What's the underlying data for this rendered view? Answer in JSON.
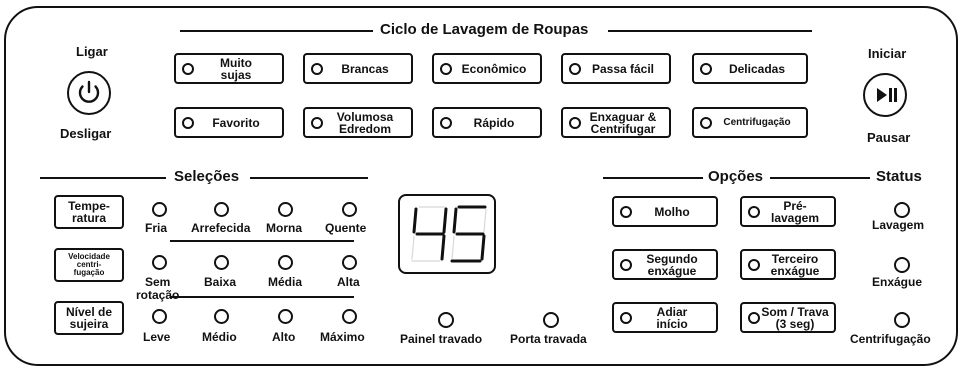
{
  "power": {
    "top_label": "Ligar",
    "bottom_label": "Desligar",
    "icon": "power-icon"
  },
  "start": {
    "top_label": "Iniciar",
    "bottom_label": "Pausar",
    "icon": "play-pause-icon"
  },
  "cycles": {
    "title": "Ciclo de Lavagem de Roupas",
    "buttons": [
      "Muito\nsujas",
      "Brancas",
      "Econômico",
      "Passa fácil",
      "Delicadas",
      "Favorito",
      "Volumosa\nEdredom",
      "Rápido",
      "Enxaguar &\nCentrifugar",
      "Centrifugação"
    ]
  },
  "selections": {
    "title": "Seleções",
    "rows": [
      {
        "button": "Tempe-\nratura",
        "options": [
          "Fria",
          "Arrefecida",
          "Morna",
          "Quente"
        ]
      },
      {
        "button": "Velocidade\ncentri-\nfugação",
        "options": [
          "Sem\nrotação",
          "Baixa",
          "Média",
          "Alta"
        ]
      },
      {
        "button": "Nível de\nsujeira",
        "options": [
          "Leve",
          "Médio",
          "Alto",
          "Máximo"
        ]
      }
    ]
  },
  "display": {
    "value": "45"
  },
  "locks": {
    "panel": "Painel travado",
    "door": "Porta travada"
  },
  "options": {
    "title": "Opções",
    "buttons": [
      "Molho",
      "Pré-\nlavagem",
      "Segundo\nenxágue",
      "Terceiro\nenxágue",
      "Adiar\ninício",
      "Som / Trava\n(3 seg)"
    ]
  },
  "status": {
    "title": "Status",
    "items": [
      "Lavagem",
      "Enxágue",
      "Centrifugação"
    ]
  }
}
